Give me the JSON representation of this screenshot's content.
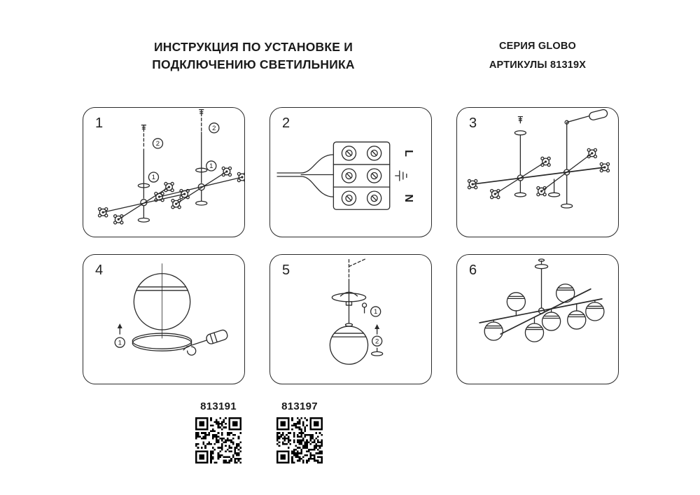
{
  "page": {
    "background": "#ffffff",
    "ink": "#2a2a2a"
  },
  "header": {
    "title_line1": "ИНСТРУКЦИЯ ПО УСТАНОВКЕ И",
    "title_line2": "ПОДКЛЮЧЕНИЮ СВЕТИЛЬНИКА",
    "series": "СЕРИЯ GLOBO",
    "articles": "АРТИКУЛЫ 81319X"
  },
  "panels": {
    "p1": {
      "number": "1",
      "step1": "1",
      "step2": "2"
    },
    "p2": {
      "number": "2",
      "label_l": "L",
      "label_n": "N"
    },
    "p3": {
      "number": "3"
    },
    "p4": {
      "number": "4",
      "step1": "1"
    },
    "p5": {
      "number": "5",
      "step1": "1",
      "step2": "2"
    },
    "p6": {
      "number": "6"
    }
  },
  "qr": [
    {
      "code": "813191"
    },
    {
      "code": "813197"
    }
  ]
}
